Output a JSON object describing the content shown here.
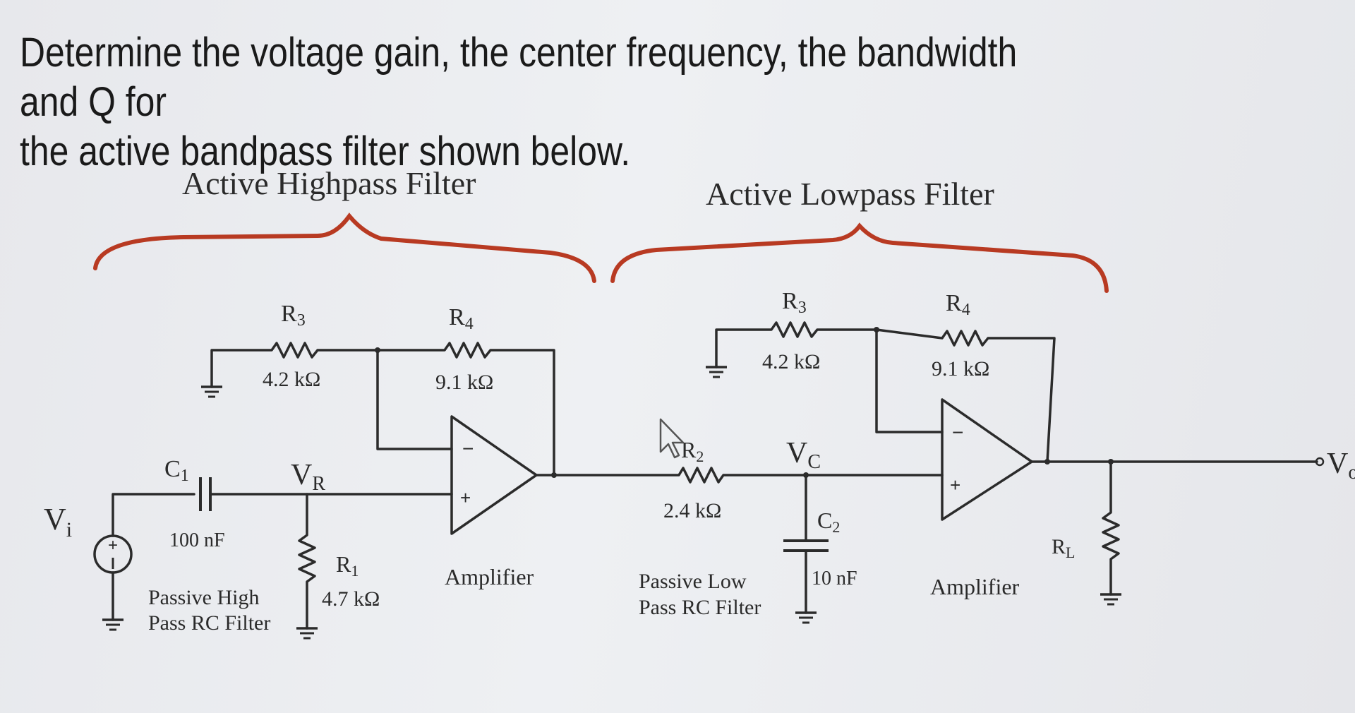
{
  "question": {
    "line1": "Determine the voltage gain, the center frequency, the bandwidth and Q for",
    "line2": "the active bandpass filter shown below."
  },
  "colors": {
    "brace": "#b83a22",
    "wire": "#2b2b2b"
  },
  "circuit": {
    "highpass_title": "Active Highpass Filter",
    "lowpass_title": "Active Lowpass Filter",
    "vi": "V",
    "vi_sub": "i",
    "c1": "C",
    "c1_sub": "1",
    "c1_value": "100 nF",
    "vr": "V",
    "vr_sub": "R",
    "r1": "R",
    "r1_sub": "1",
    "r1_value": "4.7 kΩ",
    "hp_r3": "R",
    "hp_r3_sub": "3",
    "hp_r3_value": "4.2 kΩ",
    "hp_r4": "R",
    "hp_r4_sub": "4",
    "hp_r4_value": "9.1 kΩ",
    "passive_high_1": "Passive High",
    "passive_high_2": "Pass RC Filter",
    "amp1_label": "Amplifier",
    "r2": "R",
    "r2_sub": "2",
    "r2_value": "2.4 kΩ",
    "vc": "V",
    "vc_sub": "C",
    "c2": "C",
    "c2_sub": "2",
    "c2_value": "10 nF",
    "passive_low_1": "Passive Low",
    "passive_low_2": "Pass RC Filter",
    "lp_r3": "R",
    "lp_r3_sub": "3",
    "lp_r3_value": "4.2 kΩ",
    "lp_r4": "R",
    "lp_r4_sub": "4",
    "lp_r4_value": "9.1 kΩ",
    "amp2_label": "Amplifier",
    "rl": "R",
    "rl_sub": "L",
    "vo": "V",
    "vo_sub": "o",
    "minus": "−",
    "plus": "+"
  }
}
